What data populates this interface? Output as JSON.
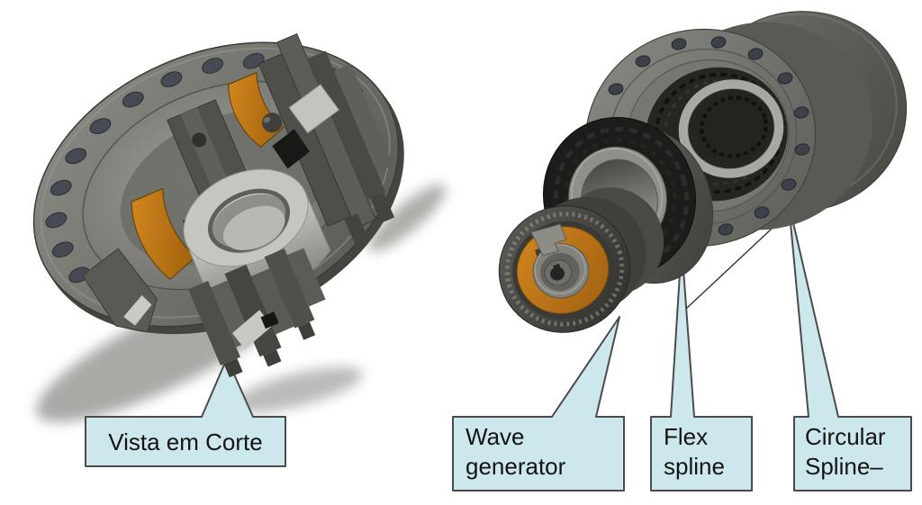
{
  "slide": {
    "background": "#ffffff",
    "callouts": {
      "vista": {
        "text": "Vista em Corte"
      },
      "wave": {
        "text": "Wave\ngenerator"
      },
      "flex": {
        "text": "Flex\nspline"
      },
      "circular": {
        "text": "Circular\nSpline–"
      }
    },
    "colors": {
      "callout_fill": "#cde8ec",
      "callout_border": "#4b4b4b",
      "callout_text": "#141414",
      "accent_orange": "#bf7413",
      "metal_dark": "#4b4b47",
      "metal_light": "#c6c6c2",
      "seal_black": "#181816"
    }
  }
}
